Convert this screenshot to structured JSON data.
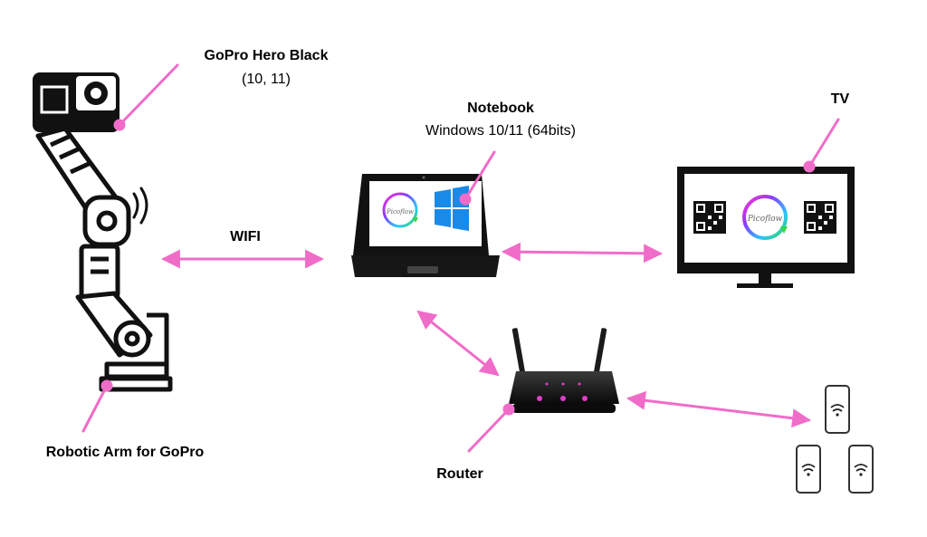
{
  "labels": {
    "gopro_title": "GoPro Hero Black",
    "gopro_sub": "(10, 11)",
    "notebook_title": "Notebook",
    "notebook_sub": "Windows 10/11 (64bits)",
    "tv_title": "TV",
    "wifi": "WIFI",
    "robotic_arm": "Robotic Arm for GoPro",
    "router": "Router"
  },
  "colors": {
    "connector": "#f06cc9",
    "device": "#000000",
    "logo_script": "Picoflow"
  }
}
